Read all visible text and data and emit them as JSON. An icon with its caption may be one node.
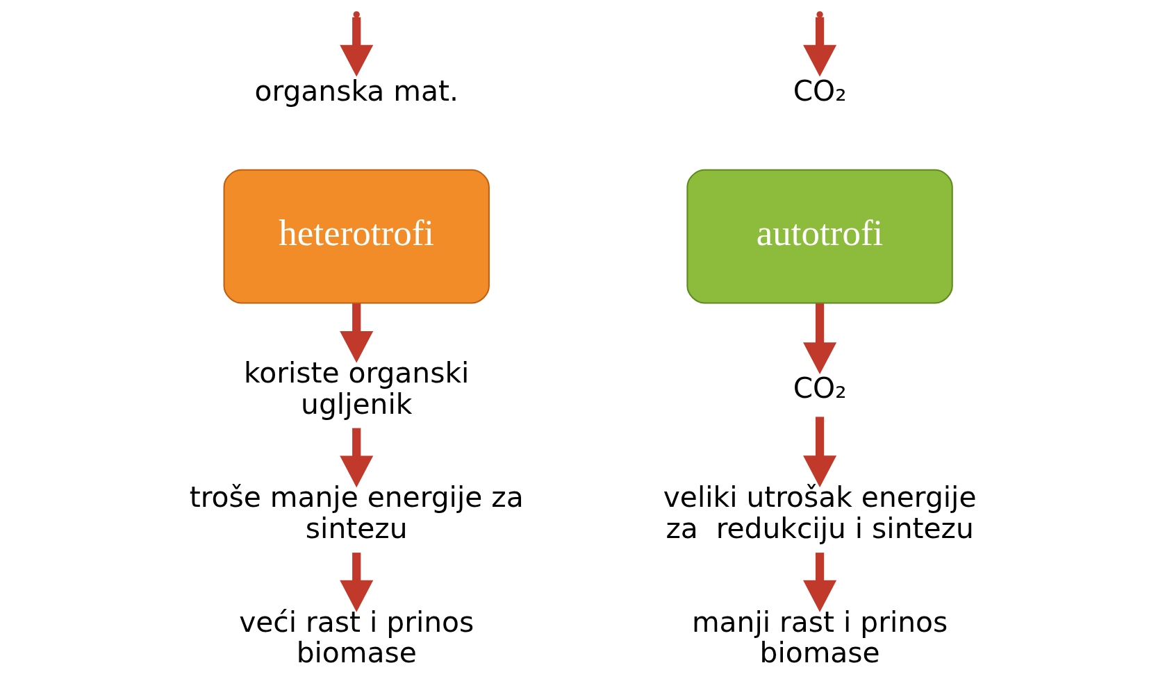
{
  "diagram": {
    "nodes": [
      {
        "text": [
          "organska mat."
        ]
      },
      {
        "text": [
          "CO₂"
        ]
      },
      {
        "text": [
          "heterotrofi"
        ]
      },
      {
        "text": [
          "autotrofi"
        ]
      },
      {
        "text": [
          "koriste organski ugljenik"
        ]
      },
      {
        "text": [
          "CO₂"
        ]
      },
      {
        "text": [
          "troše manje energije za sintezu"
        ]
      },
      {
        "text": [
          "veliki utrošak energije za  redukciju i sintezu"
        ]
      },
      {
        "text": [
          "veći rast i prinos biomase"
        ]
      },
      {
        "text": [
          "manji rast i prinos biomase"
        ]
      }
    ],
    "edges": [
      {
        "from": null,
        "to": 0,
        "arrow": "to"
      },
      {
        "from": null,
        "to": 1,
        "arrow": "to"
      },
      {
        "from": 2,
        "to": 4,
        "arrow": "to"
      },
      {
        "from": 4,
        "to": 6,
        "arrow": "to"
      },
      {
        "from": 6,
        "to": 8,
        "arrow": "to"
      },
      {
        "from": 3,
        "to": 5,
        "arrow": "to"
      },
      {
        "from": 5,
        "to": 7,
        "arrow": "to"
      },
      {
        "from": 7,
        "to": 9,
        "arrow": "to"
      }
    ]
  }
}
